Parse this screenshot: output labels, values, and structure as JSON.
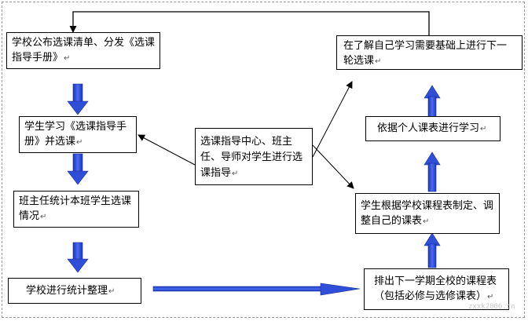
{
  "boxes": {
    "publish": {
      "text": "学校公布选课清单、分发《选课指导手册》",
      "mark": "↵"
    },
    "study": {
      "text": "学生学习《选课指导手册》并选课",
      "mark": "↵"
    },
    "tally": {
      "text": "班主任统计本班学生选课情况",
      "mark": "↵"
    },
    "organize": {
      "text": "学校进行统计整理",
      "mark": "↵"
    },
    "guidance": {
      "text": "选课指导中心、班主任、导师对学生进行选课指导",
      "mark": "↵"
    },
    "nextround": {
      "text": "在了解自己学习需要基础上进行下一轮选课",
      "mark": "↵"
    },
    "learn": {
      "text": "依据个人课表进行学习",
      "mark": "↵"
    },
    "adjust": {
      "text": "学生根据学校课程表制定、调整自己的课表",
      "mark": "↵"
    },
    "schedule": {
      "text": "排出下一学期全校的课程表（包括必修与选修课表）",
      "mark": "↵"
    }
  },
  "colors": {
    "arrow_fill": "#2f4fd8",
    "arrow_edge": "#1a2d8f",
    "line": "#000000"
  },
  "watermark": "zxxk2006.cn"
}
